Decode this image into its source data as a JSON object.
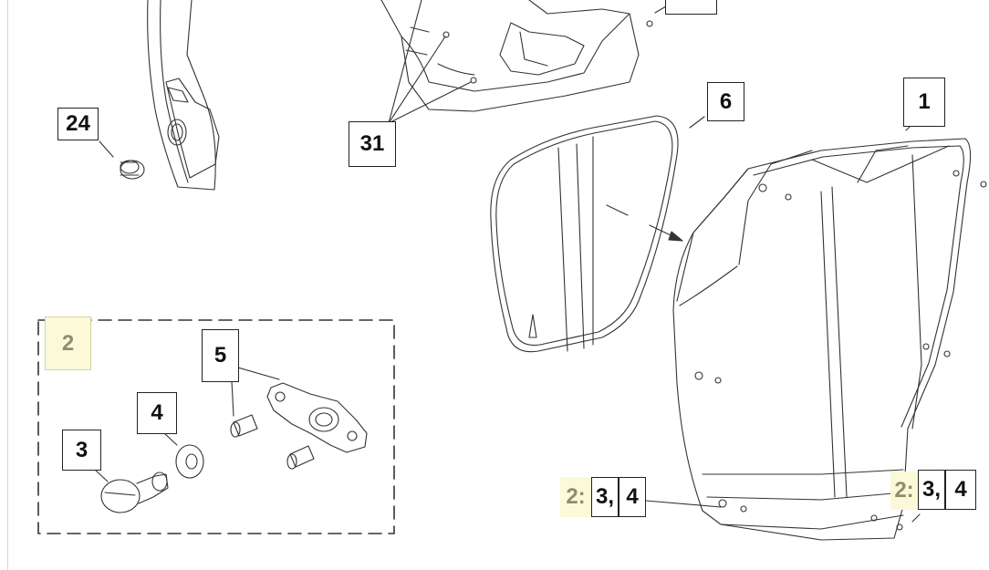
{
  "callouts": {
    "c1": "1",
    "c6": "6",
    "c24": "24",
    "c31": "31",
    "c5": "5",
    "c4": "4",
    "c3": "3",
    "kit2": "2"
  },
  "hardware_refs": {
    "left": {
      "kit": "2:",
      "a": "3",
      "sep": ",",
      "b": "4"
    },
    "right": {
      "kit": "2:",
      "a": "3",
      "sep": ",",
      "b": "4"
    }
  },
  "colors": {
    "line": "#333333",
    "highlight_fill": "#fbf9d8",
    "highlight_text": "#8e8e6e"
  }
}
